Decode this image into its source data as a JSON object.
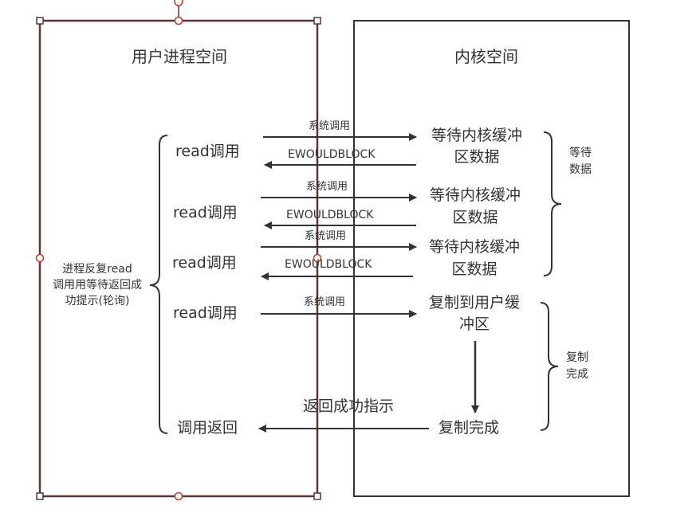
{
  "user_space": {
    "title": "用户进程空间"
  },
  "kernel_space": {
    "title": "内核空间"
  },
  "rows": [
    {
      "read": "read调用",
      "syscall": "系统调用",
      "error": "EWOULDBLOCK",
      "kernel_line1": "等待内核缓冲",
      "kernel_line2": "区数据"
    },
    {
      "read": "read调用",
      "syscall": "系统调用",
      "error": "EWOULDBLOCK",
      "kernel_line1": "等待内核缓冲",
      "kernel_line2": "区数据"
    },
    {
      "read": "read调用",
      "syscall": "系统调用",
      "error": "EWOULDBLOCK",
      "kernel_line1": "等待内核缓冲",
      "kernel_line2": "区数据"
    },
    {
      "read": "read调用",
      "syscall": "系统调用",
      "kernel_line1": "复制到用户缓",
      "kernel_line2": "冲区"
    }
  ],
  "copy_complete": "复制完成",
  "success_msg": "返回成功指示",
  "return_call": "调用返回",
  "left_note": {
    "line1": "进程反复read",
    "line2": "调用用等待返回成",
    "line3": "功提示(轮询)"
  },
  "wait_label": {
    "line1": "等待",
    "line2": "数据"
  },
  "copy_label": {
    "line1": "复制",
    "line2": "完成"
  },
  "colors": {
    "selection": "#5a3535",
    "stroke": "#333333",
    "handle_fill": "#ffffff"
  }
}
